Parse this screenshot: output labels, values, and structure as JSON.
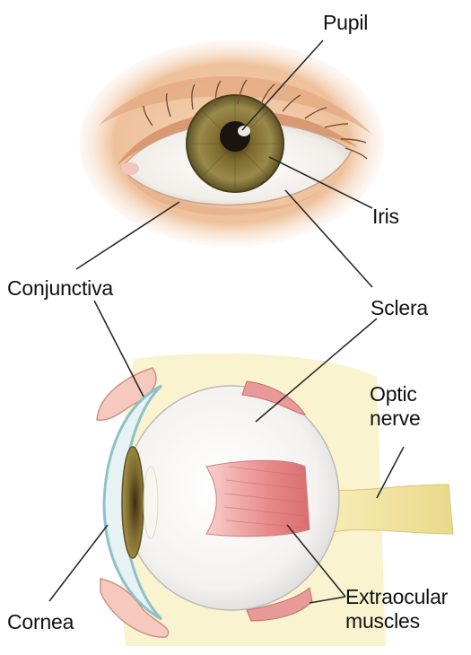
{
  "labels": {
    "pupil": "Pupil",
    "iris": "Iris",
    "conjunctiva": "Conjunctiva",
    "sclera": "Sclera",
    "optic_nerve": [
      "Optic",
      "nerve"
    ],
    "cornea": "Cornea",
    "extraocular_muscles": [
      "Extraocular",
      "muscles"
    ]
  },
  "colors": {
    "skin": "#f0c9a6",
    "skin_shadow": "#d9a07a",
    "iris": "#8a7a3c",
    "iris_dark": "#5e5226",
    "pupil": "#1a1410",
    "sclera": "#f7f4f0",
    "cornea_outline": "#8fc0c8",
    "muscle": "#e8898a",
    "optic_nerve": "#f0e3a0",
    "orbit_fat": "#f6edb8",
    "leader_line": "#2a2a2a"
  }
}
